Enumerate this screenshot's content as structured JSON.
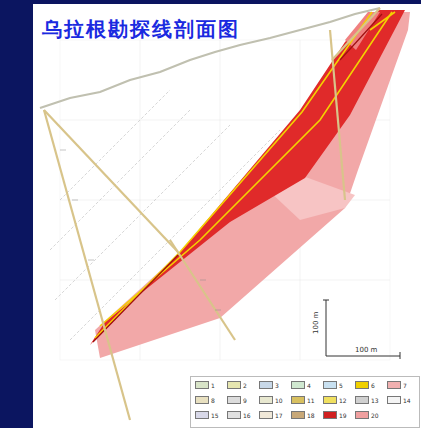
{
  "diagram": {
    "title": "乌拉根勘探线剖面图",
    "labels": [
      "100 m",
      "100 m"
    ],
    "legend": [
      {
        "text": "1",
        "color": "#d8e4c8"
      },
      {
        "text": "2",
        "color": "#e6e6b0"
      },
      {
        "text": "3",
        "color": "#c8d8e8"
      },
      {
        "text": "4",
        "color": "#d0e8d0"
      },
      {
        "text": "5",
        "color": "#c8e0f0"
      },
      {
        "text": "6",
        "color": "#f0d000"
      },
      {
        "text": "7",
        "color": "#f0b0b0"
      },
      {
        "text": "8",
        "color": "#e8e0c0"
      },
      {
        "text": "9",
        "color": "#dcdcdc"
      },
      {
        "text": "10",
        "color": "#e8e8d0"
      },
      {
        "text": "11",
        "color": "#d8c060"
      },
      {
        "text": "12",
        "color": "#f0e060"
      },
      {
        "text": "13",
        "color": "#d0d0d0"
      },
      {
        "text": "14",
        "color": "#f4f4f4"
      },
      {
        "text": "15",
        "color": "#d8d8e8"
      },
      {
        "text": "16",
        "color": "#e0e0e0"
      },
      {
        "text": "17",
        "color": "#f0e8d8"
      },
      {
        "text": "18",
        "color": "#c8a878"
      },
      {
        "text": "19",
        "color": "#d02020"
      },
      {
        "text": "20",
        "color": "#f0a0a0"
      }
    ]
  }
}
